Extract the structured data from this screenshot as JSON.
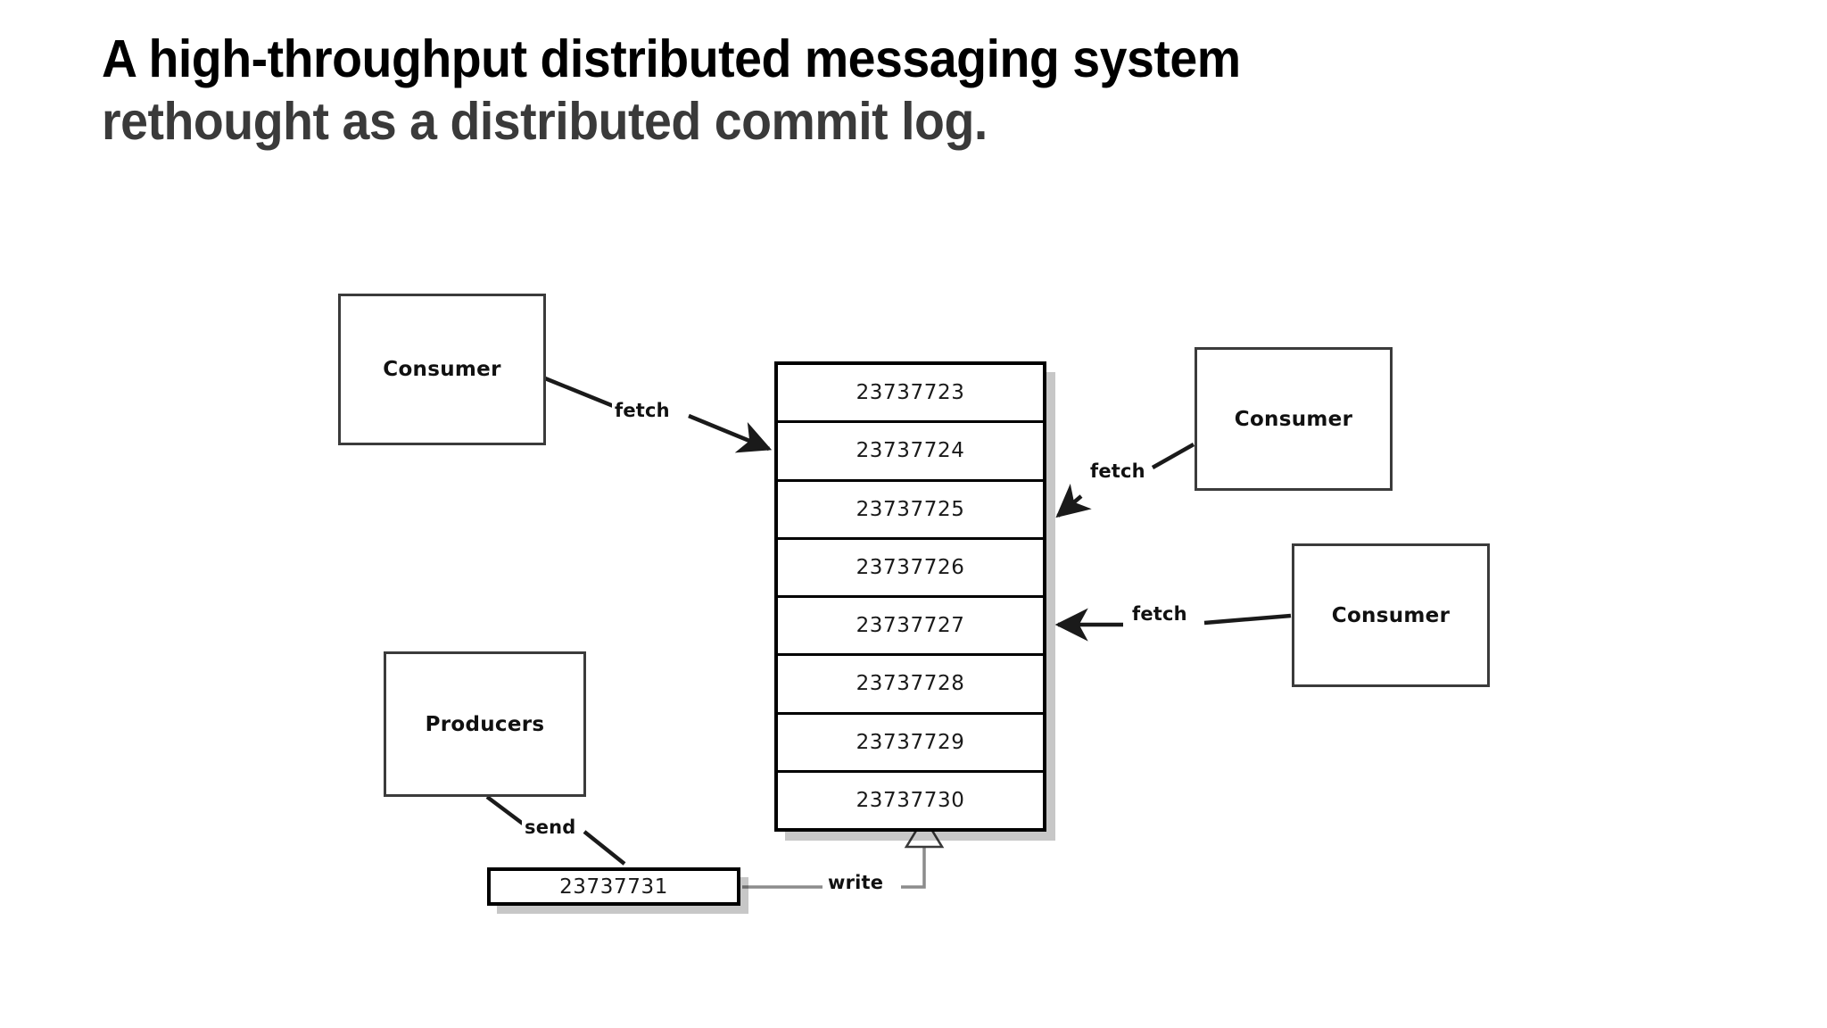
{
  "slide": {
    "title_line_1": "A high-throughput distributed messaging system",
    "title_line_2": "rethought as a distributed commit log."
  },
  "diagram": {
    "type": "distributed-commit-log",
    "nodes": {
      "consumer_left": "Consumer",
      "consumer_right_top": "Consumer",
      "consumer_right_bottom": "Consumer",
      "producers": "Producers"
    },
    "commit_log": {
      "entries": [
        "23737723",
        "23737724",
        "23737725",
        "23737726",
        "23737727",
        "23737728",
        "23737729",
        "23737730"
      ]
    },
    "pending_message": "23737731",
    "edges": [
      {
        "label": "fetch",
        "from": "consumer_left",
        "to": "commit_log"
      },
      {
        "label": "fetch",
        "from": "consumer_right_top",
        "to": "commit_log"
      },
      {
        "label": "fetch",
        "from": "consumer_right_bottom",
        "to": "commit_log"
      },
      {
        "label": "send",
        "from": "producers",
        "to": "pending_message"
      },
      {
        "label": "write",
        "from": "pending_message",
        "to": "commit_log"
      }
    ],
    "edge_labels": {
      "fetch_1": "fetch",
      "fetch_2": "fetch",
      "fetch_3": "fetch",
      "send": "send",
      "write": "write"
    },
    "colors": {
      "background": "#ffffff",
      "title_primary": "#000000",
      "title_secondary": "#3a3a3a",
      "box_border": "#3b3b3b",
      "log_border": "#000000",
      "shadow": "#bfbfbf",
      "write_edge": "#8c8c8c"
    }
  }
}
